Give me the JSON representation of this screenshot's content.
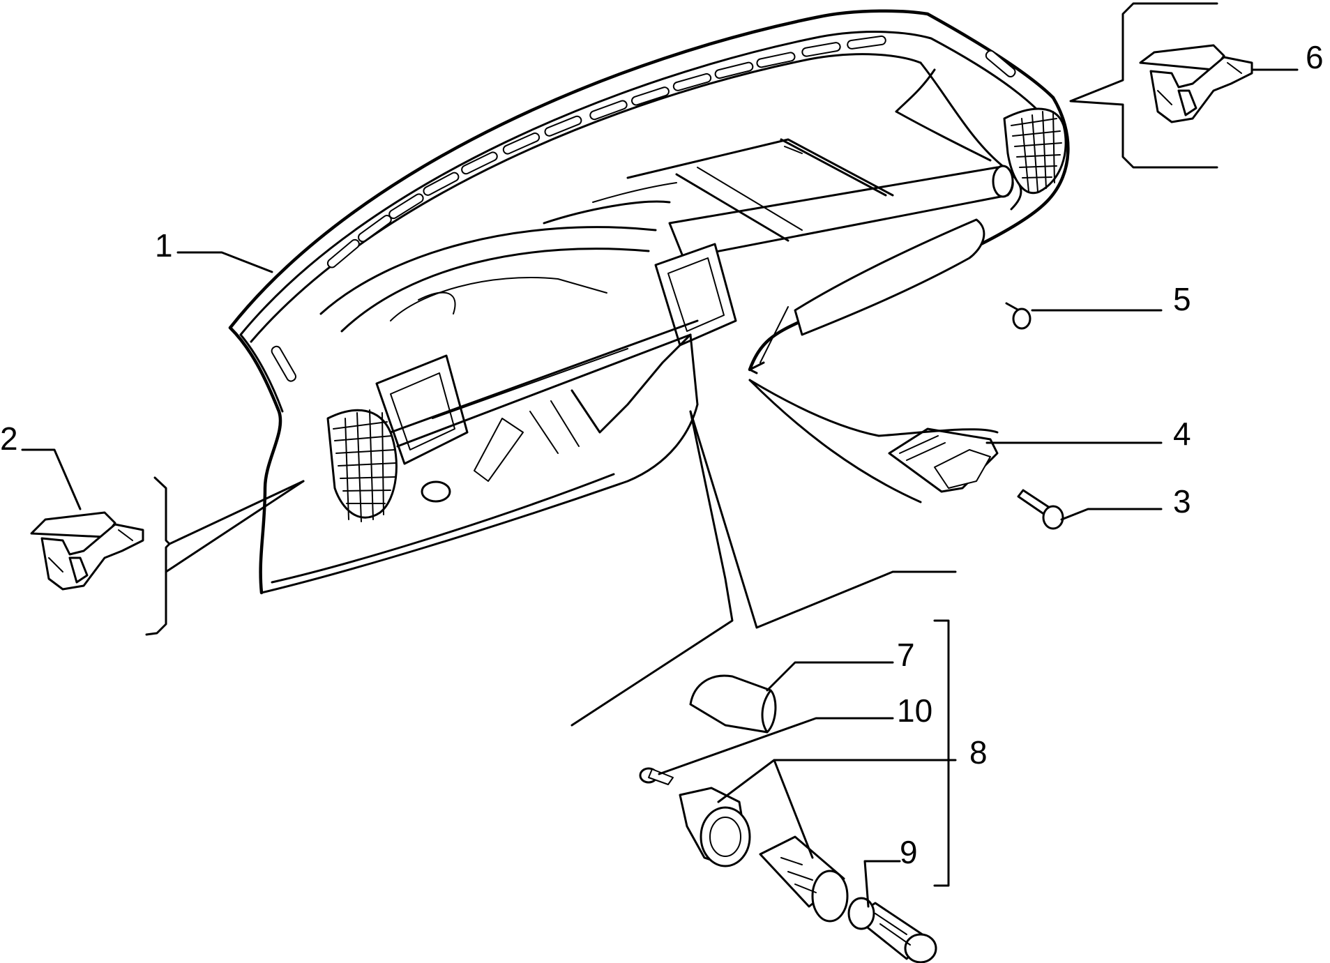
{
  "labels": {
    "part_1": "1",
    "part_2": "2",
    "part_3": "3",
    "part_4": "4",
    "part_5": "5",
    "part_6": "6",
    "part_7": "7",
    "part_8": "8",
    "part_9": "9",
    "part_10": "10"
  },
  "colors": {
    "line": "#000000",
    "background": "#ffffff"
  }
}
